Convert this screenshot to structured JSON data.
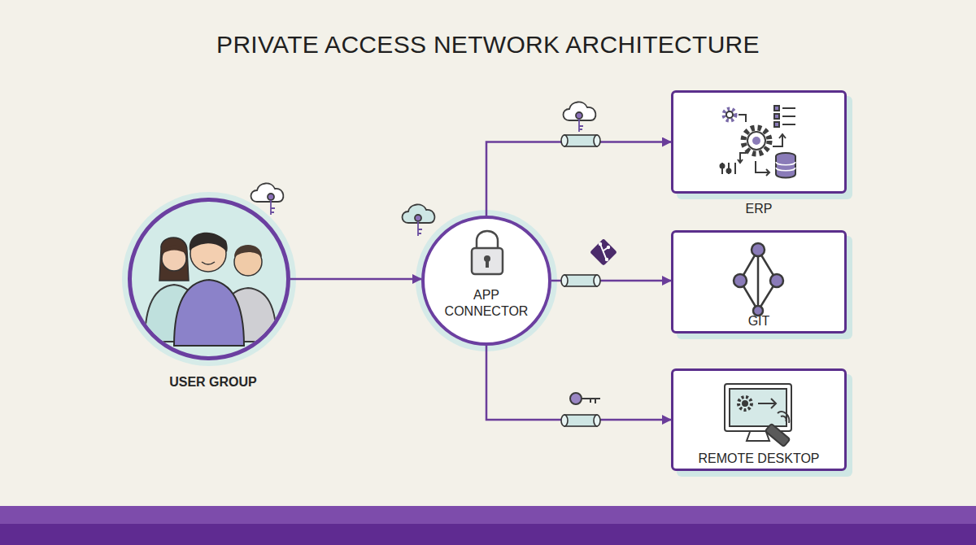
{
  "diagram": {
    "title": "PRIVATE ACCESS NETWORK ARCHITECTURE",
    "nodes": [
      {
        "text": [
          "USER GROUP"
        ]
      },
      {
        "text": [
          "APP CONNECTOR"
        ]
      },
      {
        "text": [
          "ERP"
        ]
      },
      {
        "text": [
          "GIT"
        ]
      },
      {
        "text": [
          "REMOTE DESKTOP"
        ]
      }
    ],
    "edges": [
      {
        "from": 0,
        "to": 1,
        "arrow": "to"
      },
      {
        "from": 1,
        "to": 2,
        "arrow": "to"
      },
      {
        "from": 1,
        "to": 3,
        "arrow": "to"
      },
      {
        "from": 1,
        "to": 4,
        "arrow": "to"
      }
    ]
  }
}
